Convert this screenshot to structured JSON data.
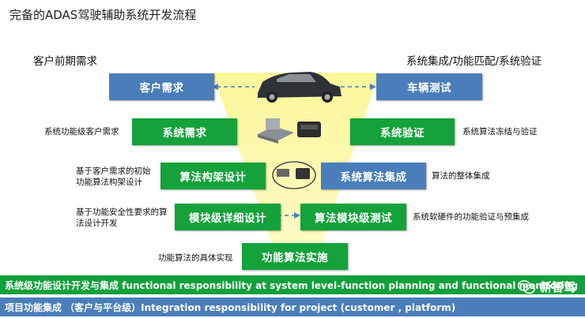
{
  "title": "完备的ADAS驾驶辅助系统开发流程",
  "left_header": "客户前期需求",
  "right_header": "系统集成/功能匹配/系统验证",
  "boxes": {
    "customer_req": "客户需求",
    "vehicle_test": "车辆测试",
    "system_req": "系统需求",
    "system_verify": "系统验证",
    "algo_arch": "算法构架设计",
    "algo_integration": "系统算法集成",
    "module_design": "模块级详细设计",
    "module_test": "算法模块级测试",
    "implementation": "功能算法实施"
  },
  "notes": {
    "system_req": "系统功能级客户需求",
    "system_verify": "系统算法冻结与验证",
    "algo_arch_line1": "基于客户需求的初始",
    "algo_arch_line2": "功能算法构架设计",
    "algo_integration": "算法的整体集成",
    "module_design_line1": "基于功能安全性要求的算",
    "module_design_line2": "法设计开发",
    "module_test": "系统软硬件的功能验证与预集成",
    "implementation": "功能算法的具体实现"
  },
  "bands": {
    "band1": "系统级功能设计开发与集成 functional responsibility at system level-function planning and functional monitoring",
    "band2": "项目功能集成 （客户与平台级）Integration  responsibility for project (customer , platform)"
  },
  "watermark": "新智驾",
  "colors": {
    "blue_box": "#4a7ebb",
    "green_box": "#15a23a",
    "yellow_v": "#fcf99a"
  }
}
